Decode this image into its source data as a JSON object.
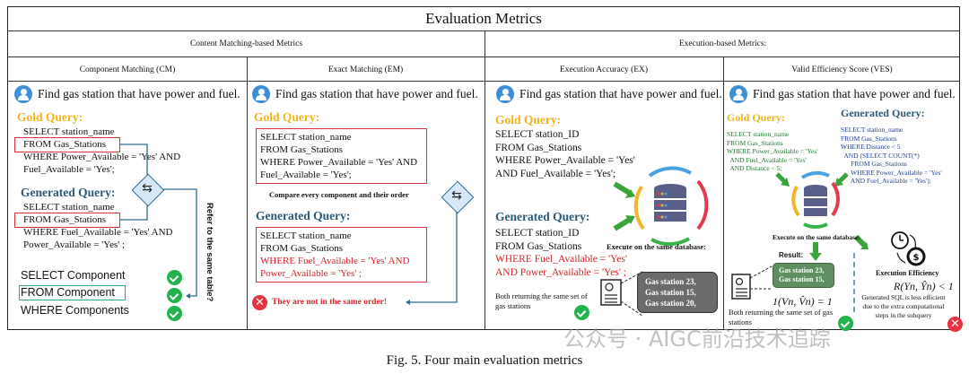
{
  "title": "Evaluation Metrics",
  "groups": [
    {
      "label": "Content Matching-based Metrics"
    },
    {
      "label": "Execution-based Metrics:"
    }
  ],
  "metrics": [
    {
      "label": "Component Matching (CM)"
    },
    {
      "label": "Exact Matching (EM)"
    },
    {
      "label": "Execution Accuracy (EX)"
    },
    {
      "label": "Valid Efficiency Score (VES)"
    }
  ],
  "question": "Find gas station that have power and fuel.",
  "labels": {
    "gold": "Gold Query:",
    "generated": "Generated Query:"
  },
  "cm": {
    "gold_lines": [
      "SELECT station_name",
      "FROM Gas_Stations",
      "WHERE Power_Available = 'Yes' AND",
      "Fuel_Available = 'Yes';"
    ],
    "gen_lines": [
      "SELECT station_name",
      "FROM Gas_Stations",
      "WHERE Fuel_Available = 'Yes' AND",
      "Power_Available = 'Yes' ;"
    ],
    "side_note": "Refer to the same table?",
    "components": [
      "SELECT Component",
      "FROM Component",
      "WHERE Components"
    ]
  },
  "em": {
    "gold_lines": [
      "SELECT station_name",
      "FROM Gas_Stations",
      "WHERE Power_Available = 'Yes' AND",
      "Fuel_Available = 'Yes';"
    ],
    "compare_note": "Compare every component and their order",
    "gen_lines": [
      "SELECT station_name",
      "FROM Gas_Stations"
    ],
    "gen_lines_red": [
      "WHERE Fuel_Available = 'Yes' AND",
      "Power_Available = 'Yes' ;"
    ],
    "result_note": "They are not in the same order!"
  },
  "ex": {
    "gold_lines": [
      "SELECT station_ID",
      "FROM Gas_Stations",
      "WHERE Power_Available = 'Yes'",
      "AND Fuel_Available = 'Yes';"
    ],
    "gen_lines": [
      "SELECT station_ID",
      "FROM Gas_Stations"
    ],
    "gen_lines_red": [
      "WHERE Fuel_Available = 'Yes'",
      "AND Power_Available = 'Yes' ;"
    ],
    "execute_note": "Execute on the same database:",
    "results": [
      "Gas station 23,",
      "Gas station 15,",
      "Gas station 20,"
    ],
    "both_note": "Both returning the same set of gas stations"
  },
  "ves": {
    "gold_lines": [
      "SELECT station_name",
      "FROM Gas_Stations",
      "WHERE Power_Available = 'Yes'",
      "  AND Fuel_Available = 'Yes'",
      "  AND Distance < 5;"
    ],
    "gen_lines": [
      "SELECT station_name",
      "FROM Gas_Stations",
      "WHERE Distance < 5",
      "  AND (SELECT COUNT(*)",
      "      FROM Gas_Stations",
      "      WHERE Power_Available = 'Yes'",
      "      AND Fuel_Available = 'Yes');"
    ],
    "execute_note": "Execute on the same database:",
    "result_label": "Result:",
    "results": [
      "Gas station 23,",
      "Gas station 15,"
    ],
    "indicator_formula": "1(Vn, V̂n) = 1",
    "both_note": "Both returning the same set of gas stations",
    "efficiency_label": "Execution Efficiency",
    "ratio_formula": "R(Yn, Ŷn) < 1",
    "efficiency_note": "Generated SQL is less efficient due to the extra computational steps in the subquery"
  },
  "watermark": "公众号 · AIGC前沿技术追踪",
  "caption": "Fig. 5.  Four main evaluation metrics",
  "colors": {
    "gold": "#f2b21a",
    "generated": "#2c5978",
    "red": "#d8232a",
    "check": "#23b24b",
    "flow": "#2e6c8f"
  }
}
